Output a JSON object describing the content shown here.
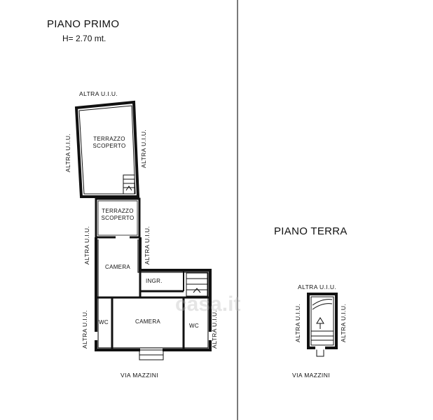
{
  "first_floor": {
    "title": "PIANO PRIMO",
    "height_note": "H= 2.70 mt.",
    "neighbor_label": "ALTRA U.I.U.",
    "rooms": {
      "terrace_1": [
        "TERRAZZO",
        "SCOPERTO"
      ],
      "terrace_2": [
        "TERRAZZO",
        "SCOPERTO"
      ],
      "camera_1": "CAMERA",
      "entry": "INGR.",
      "camera_2": "CAMERA",
      "wc_left": "WC",
      "wc_right": "WC"
    },
    "street": "VIA MAZZINI"
  },
  "ground_floor": {
    "title": "PIANO TERRA",
    "neighbor_label": "ALTRA U.I.U.",
    "street": "VIA MAZZINI"
  },
  "watermark": "casa.it"
}
